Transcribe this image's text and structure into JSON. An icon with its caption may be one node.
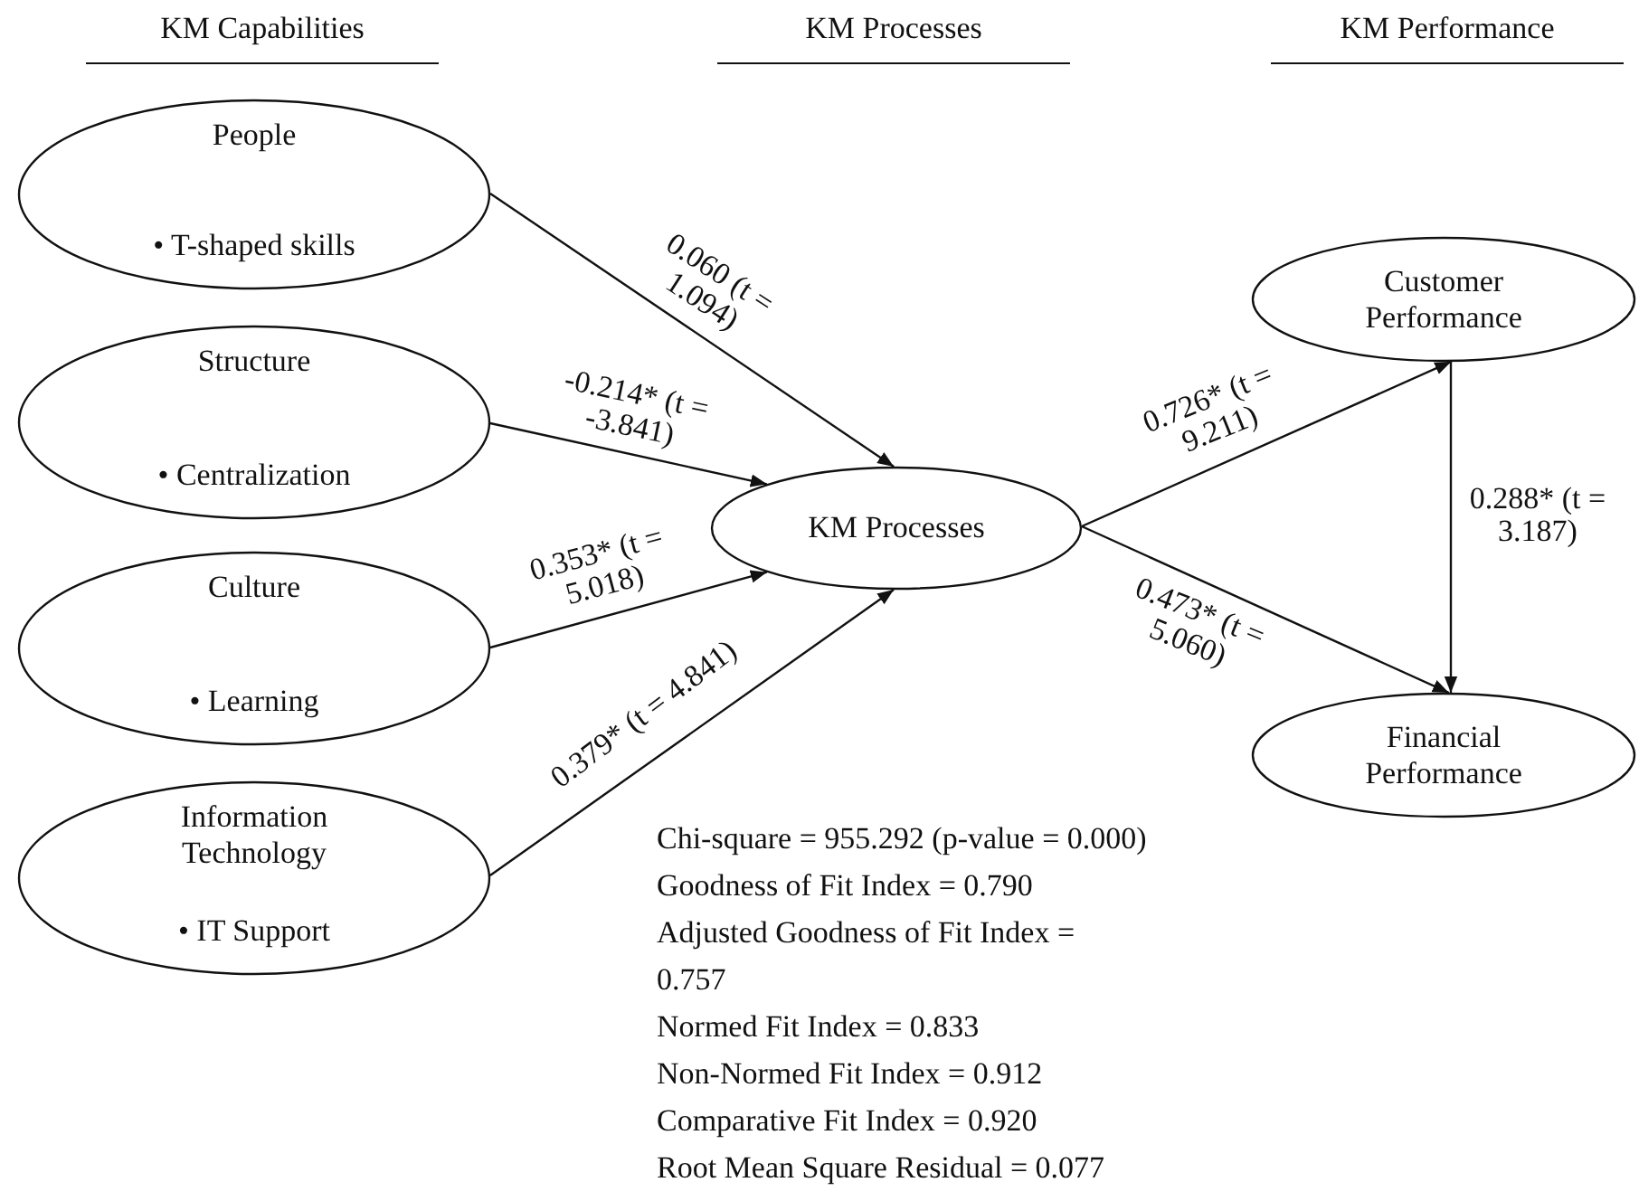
{
  "diagram": {
    "nodes": [
      {
        "text": [
          "People",
          "• T-shaped skills"
        ]
      },
      {
        "text": [
          "Structure",
          "• Centralization"
        ]
      },
      {
        "text": [
          "Culture",
          "• Learning"
        ]
      },
      {
        "text": [
          "Information Technology",
          "• IT Support"
        ]
      },
      {
        "text": [
          "KM Processes"
        ]
      },
      {
        "text": [
          "Customer Performance"
        ]
      },
      {
        "text": [
          "Financial Performance"
        ]
      }
    ],
    "edges": [
      {
        "from": 0,
        "to": 4,
        "arrow": "to",
        "label": "0.060 (t = 1.094)"
      },
      {
        "from": 1,
        "to": 4,
        "arrow": "to",
        "label": "-0.214* (t = -3.841)"
      },
      {
        "from": 2,
        "to": 4,
        "arrow": "to",
        "label": "0.353* (t = 5.018)"
      },
      {
        "from": 3,
        "to": 4,
        "arrow": "to",
        "label": "0.379* (t = 4.841)"
      },
      {
        "from": 4,
        "to": 5,
        "arrow": "to",
        "label": "0.726* (t = 9.211)"
      },
      {
        "from": 4,
        "to": 6,
        "arrow": "to",
        "label": "0.473* (t = 5.060)"
      },
      {
        "from": 5,
        "to": 6,
        "arrow": "to",
        "label": "0.288* (t = 3.187)"
      }
    ],
    "labels": [
      "KM Capabilities",
      "KM Processes",
      "KM Performance",
      "Chi-square = 955.292 (p-value = 0.000)",
      "Goodness of Fit Index = 0.790",
      "Adjusted Goodness of Fit Index = 0.757",
      "Normed Fit Index  = 0.833",
      "Non-Normed Fit Index = 0.912",
      "Comparative Fit Index = 0.920",
      "Root Mean Square Residual = 0.077"
    ]
  }
}
